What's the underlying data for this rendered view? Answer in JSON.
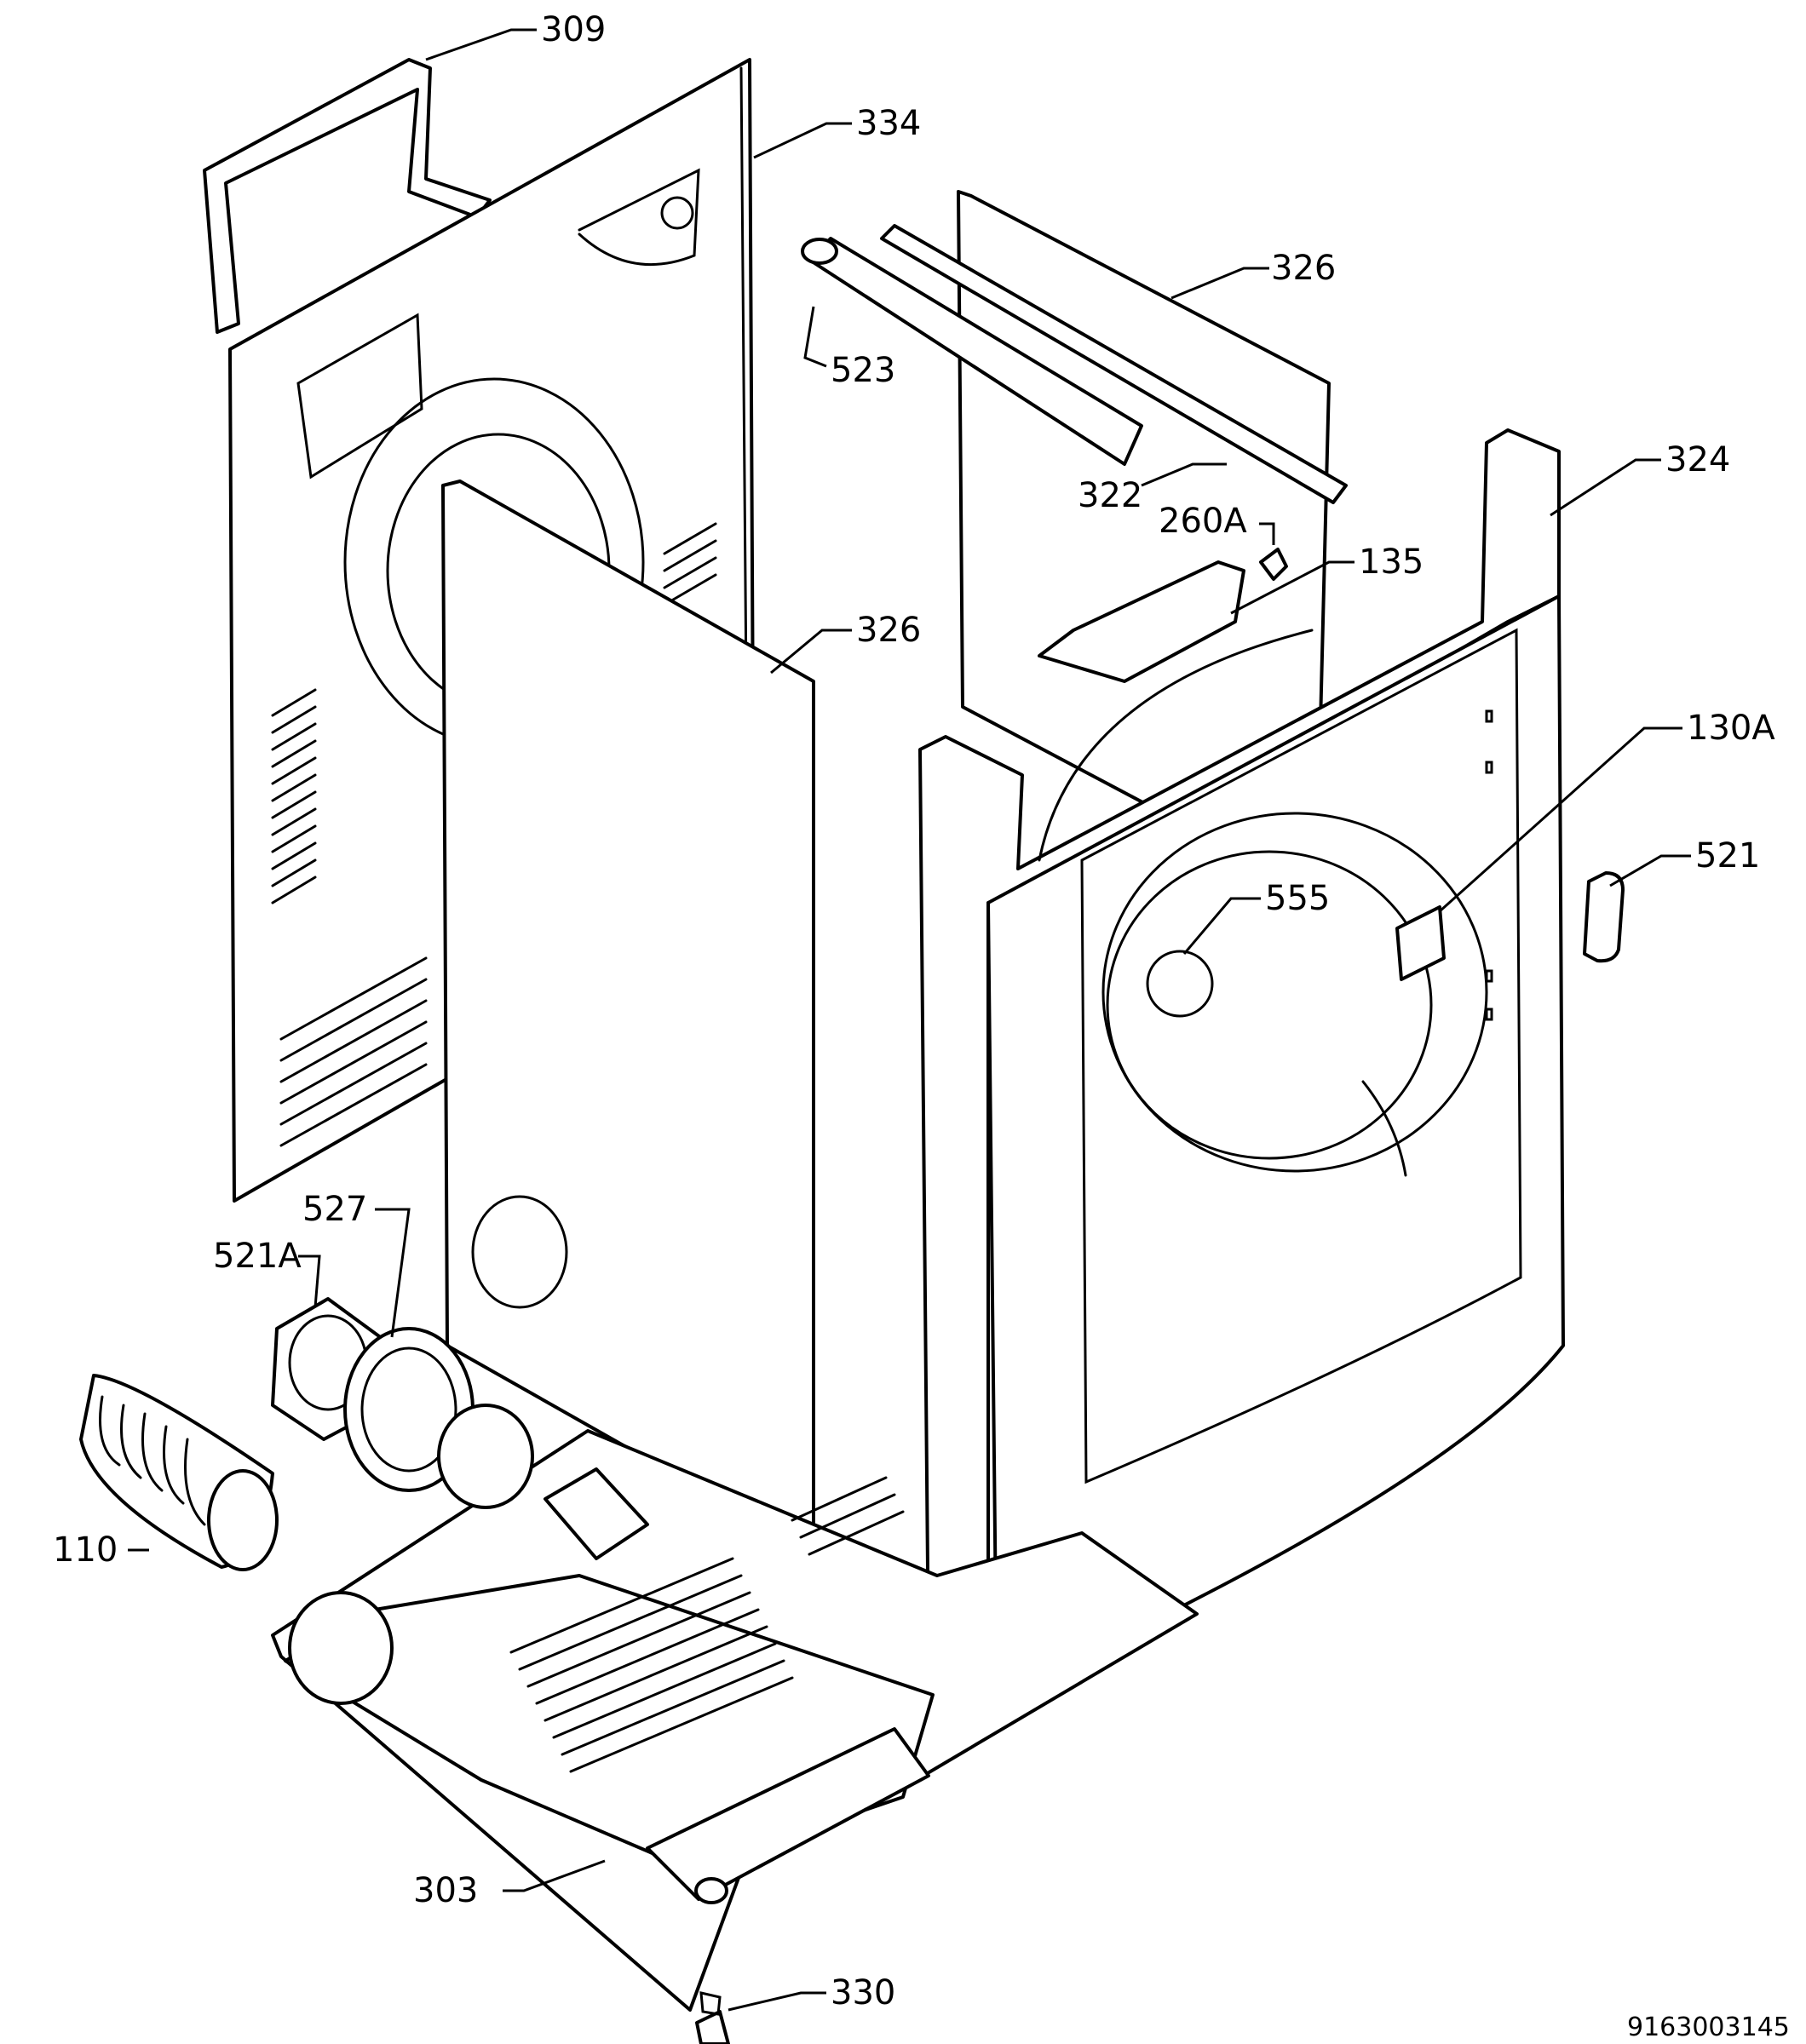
{
  "callouts": [
    {
      "id": "309",
      "label": "309"
    },
    {
      "id": "334",
      "label": "334"
    },
    {
      "id": "326a",
      "label": "326"
    },
    {
      "id": "523",
      "label": "523"
    },
    {
      "id": "324",
      "label": "324"
    },
    {
      "id": "322",
      "label": "322"
    },
    {
      "id": "260a",
      "label": "260A"
    },
    {
      "id": "135",
      "label": "135"
    },
    {
      "id": "326b",
      "label": "326"
    },
    {
      "id": "130a",
      "label": "130A"
    },
    {
      "id": "521",
      "label": "521"
    },
    {
      "id": "555",
      "label": "555"
    },
    {
      "id": "527",
      "label": "527"
    },
    {
      "id": "521a",
      "label": "521A"
    },
    {
      "id": "110",
      "label": "110"
    },
    {
      "id": "303",
      "label": "303"
    },
    {
      "id": "330",
      "label": "330"
    }
  ],
  "document_number": "9163003145"
}
